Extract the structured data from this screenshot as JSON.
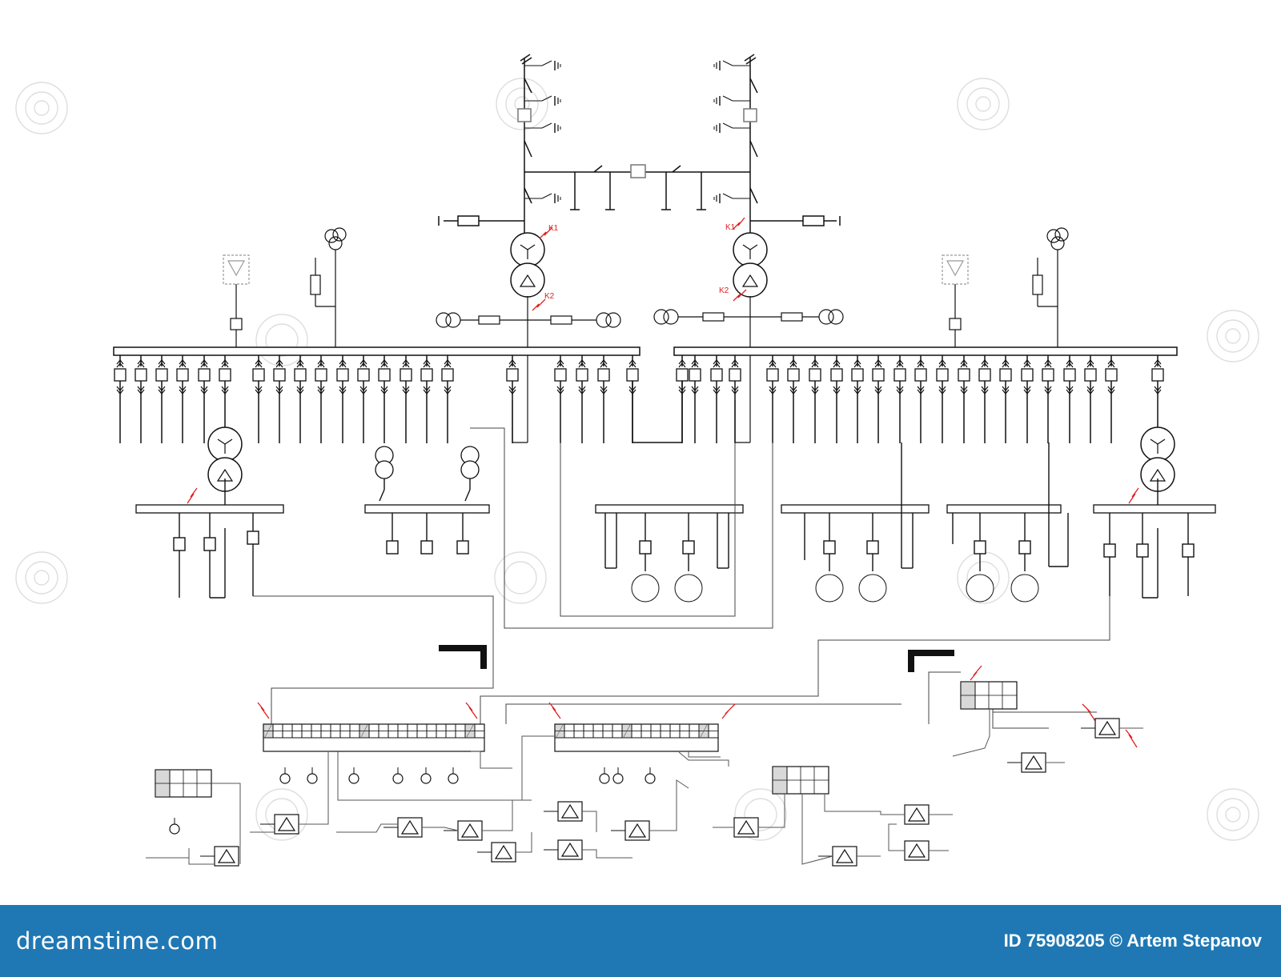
{
  "labels": {
    "k1_left": "K1",
    "k2_left": "K2",
    "k1_right": "K1",
    "k2_right": "K2"
  },
  "footer": {
    "logo": "dreamstime.com",
    "credit": "ID 75908205 © Artem Stepanov",
    "background": "#1f78b4"
  },
  "colors": {
    "line": "#111111",
    "fault_marker": "#e02020",
    "watermark": "#dcdcdc"
  }
}
